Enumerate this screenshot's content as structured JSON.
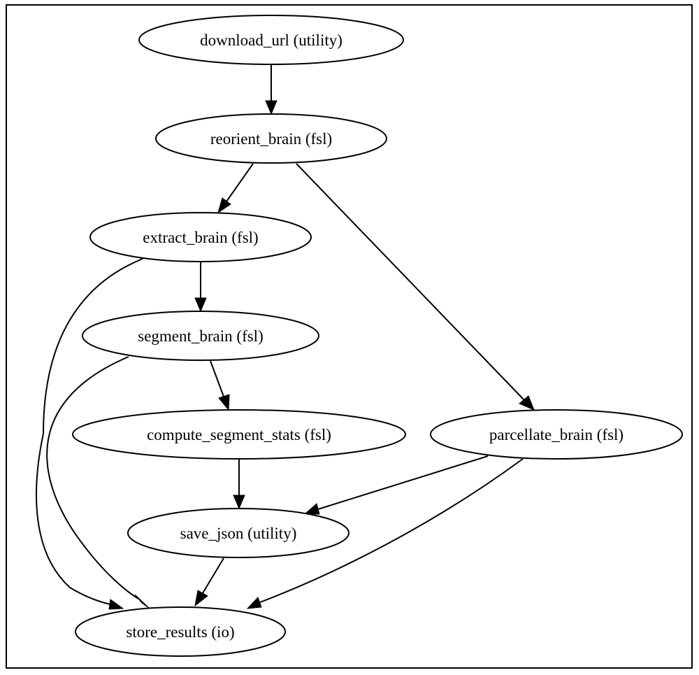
{
  "graph": {
    "nodes": [
      {
        "id": "download_url",
        "label": "download_url (utility)"
      },
      {
        "id": "reorient_brain",
        "label": "reorient_brain (fsl)"
      },
      {
        "id": "extract_brain",
        "label": "extract_brain (fsl)"
      },
      {
        "id": "segment_brain",
        "label": "segment_brain (fsl)"
      },
      {
        "id": "compute_segment_stats",
        "label": "compute_segment_stats (fsl)"
      },
      {
        "id": "parcellate_brain",
        "label": "parcellate_brain (fsl)"
      },
      {
        "id": "save_json",
        "label": "save_json (utility)"
      },
      {
        "id": "store_results",
        "label": "store_results (io)"
      }
    ],
    "edges": [
      {
        "from": "download_url",
        "to": "reorient_brain"
      },
      {
        "from": "reorient_brain",
        "to": "extract_brain"
      },
      {
        "from": "reorient_brain",
        "to": "parcellate_brain"
      },
      {
        "from": "extract_brain",
        "to": "segment_brain"
      },
      {
        "from": "extract_brain",
        "to": "store_results"
      },
      {
        "from": "segment_brain",
        "to": "compute_segment_stats"
      },
      {
        "from": "segment_brain",
        "to": "store_results"
      },
      {
        "from": "compute_segment_stats",
        "to": "save_json"
      },
      {
        "from": "parcellate_brain",
        "to": "save_json"
      },
      {
        "from": "parcellate_brain",
        "to": "store_results"
      },
      {
        "from": "save_json",
        "to": "store_results"
      }
    ]
  }
}
